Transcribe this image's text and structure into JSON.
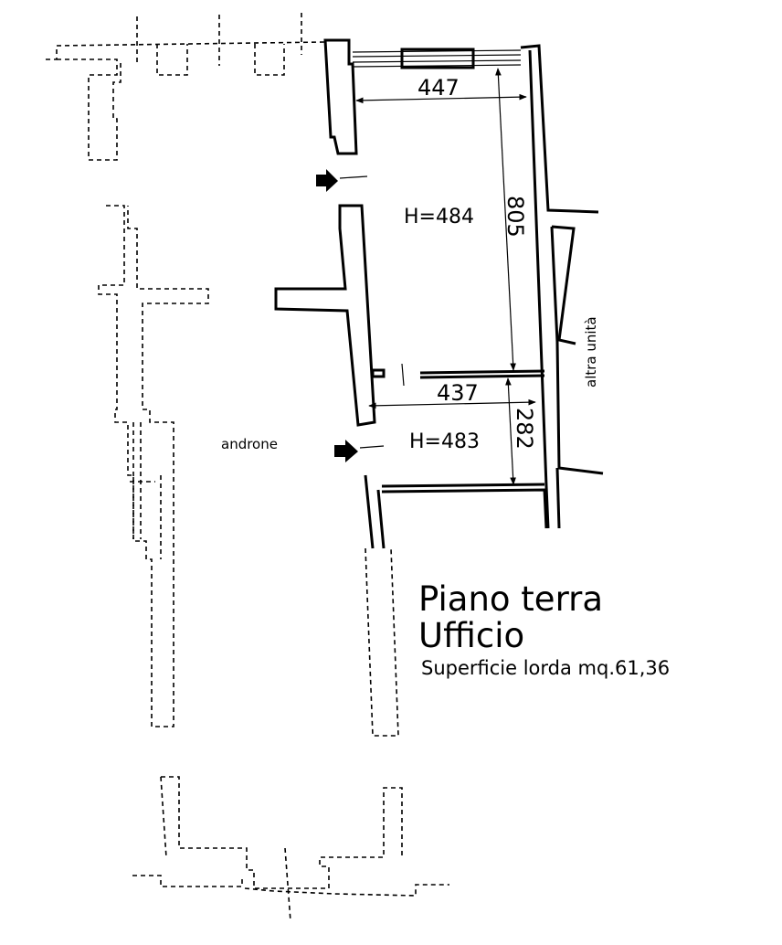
{
  "labels": {
    "title": "Piano terra",
    "subtitle": "Ufficio",
    "area": "Superficie lorda mq.61,36",
    "androne": "androne",
    "altra_unita": "altra unità",
    "room1_height": "H=484",
    "room2_height": "H=483",
    "dim_top_width": "447",
    "dim_room1_length": "805",
    "dim_room2_width": "437",
    "dim_room2_length": "282"
  }
}
